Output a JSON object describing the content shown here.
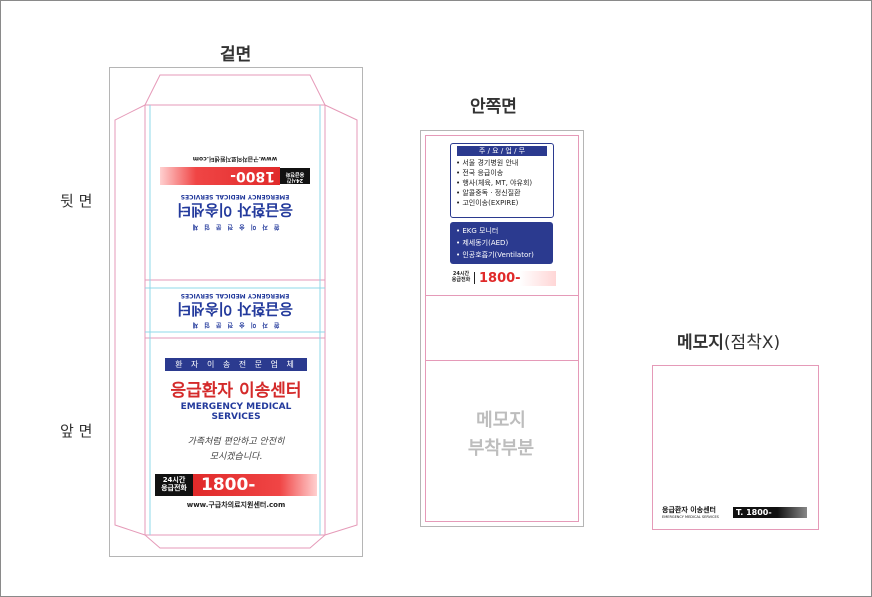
{
  "titles": {
    "outer": "겉면",
    "inner": "안쪽면",
    "memo_main": "메모지",
    "memo_sub": "(점착X)",
    "back_side": "뒷 면",
    "front_side": "앞 면"
  },
  "card": {
    "tagline": "환 자 이 송 전 문 업 체",
    "name": "응급환자 이송센터",
    "english": "EMERGENCY MEDICAL SERVICES",
    "message_line1": "가족처럼 편안하고 안전히",
    "message_line2": "모시겠습니다.",
    "phone_label_line1": "24시간",
    "phone_label_line2": "응급전화",
    "phone_number": "1800-",
    "website": "www.구급차의료지원센터.com"
  },
  "inner": {
    "header": "주 / 요 / 업 / 무",
    "services": [
      "• 서울 경기병원 안내",
      "• 전국 응급이송",
      "• 행사(체육, MT, 야유회)",
      "• 알콜중독 · 정신질환",
      "• 고인이송(EXPIRE)"
    ],
    "equipment": [
      "• EKG 모니터",
      "• 제세동기(AED)",
      "• 인공호흡기(Ventilator)"
    ],
    "phone_label_line1": "24시간",
    "phone_label_line2": "응급전화",
    "phone_number": "1800-",
    "memo_area_line1": "메모지",
    "memo_area_line2": "부착부분"
  },
  "memo": {
    "brand": "응급환자 이송센터",
    "english": "EMERGENCY MEDICAL SERVICES",
    "phone": "T. 1800-"
  },
  "colors": {
    "navy": "#233a9c",
    "red": "#e02a2a",
    "pink_line": "#e59ab8",
    "cyan_line": "#8fd8e8"
  }
}
